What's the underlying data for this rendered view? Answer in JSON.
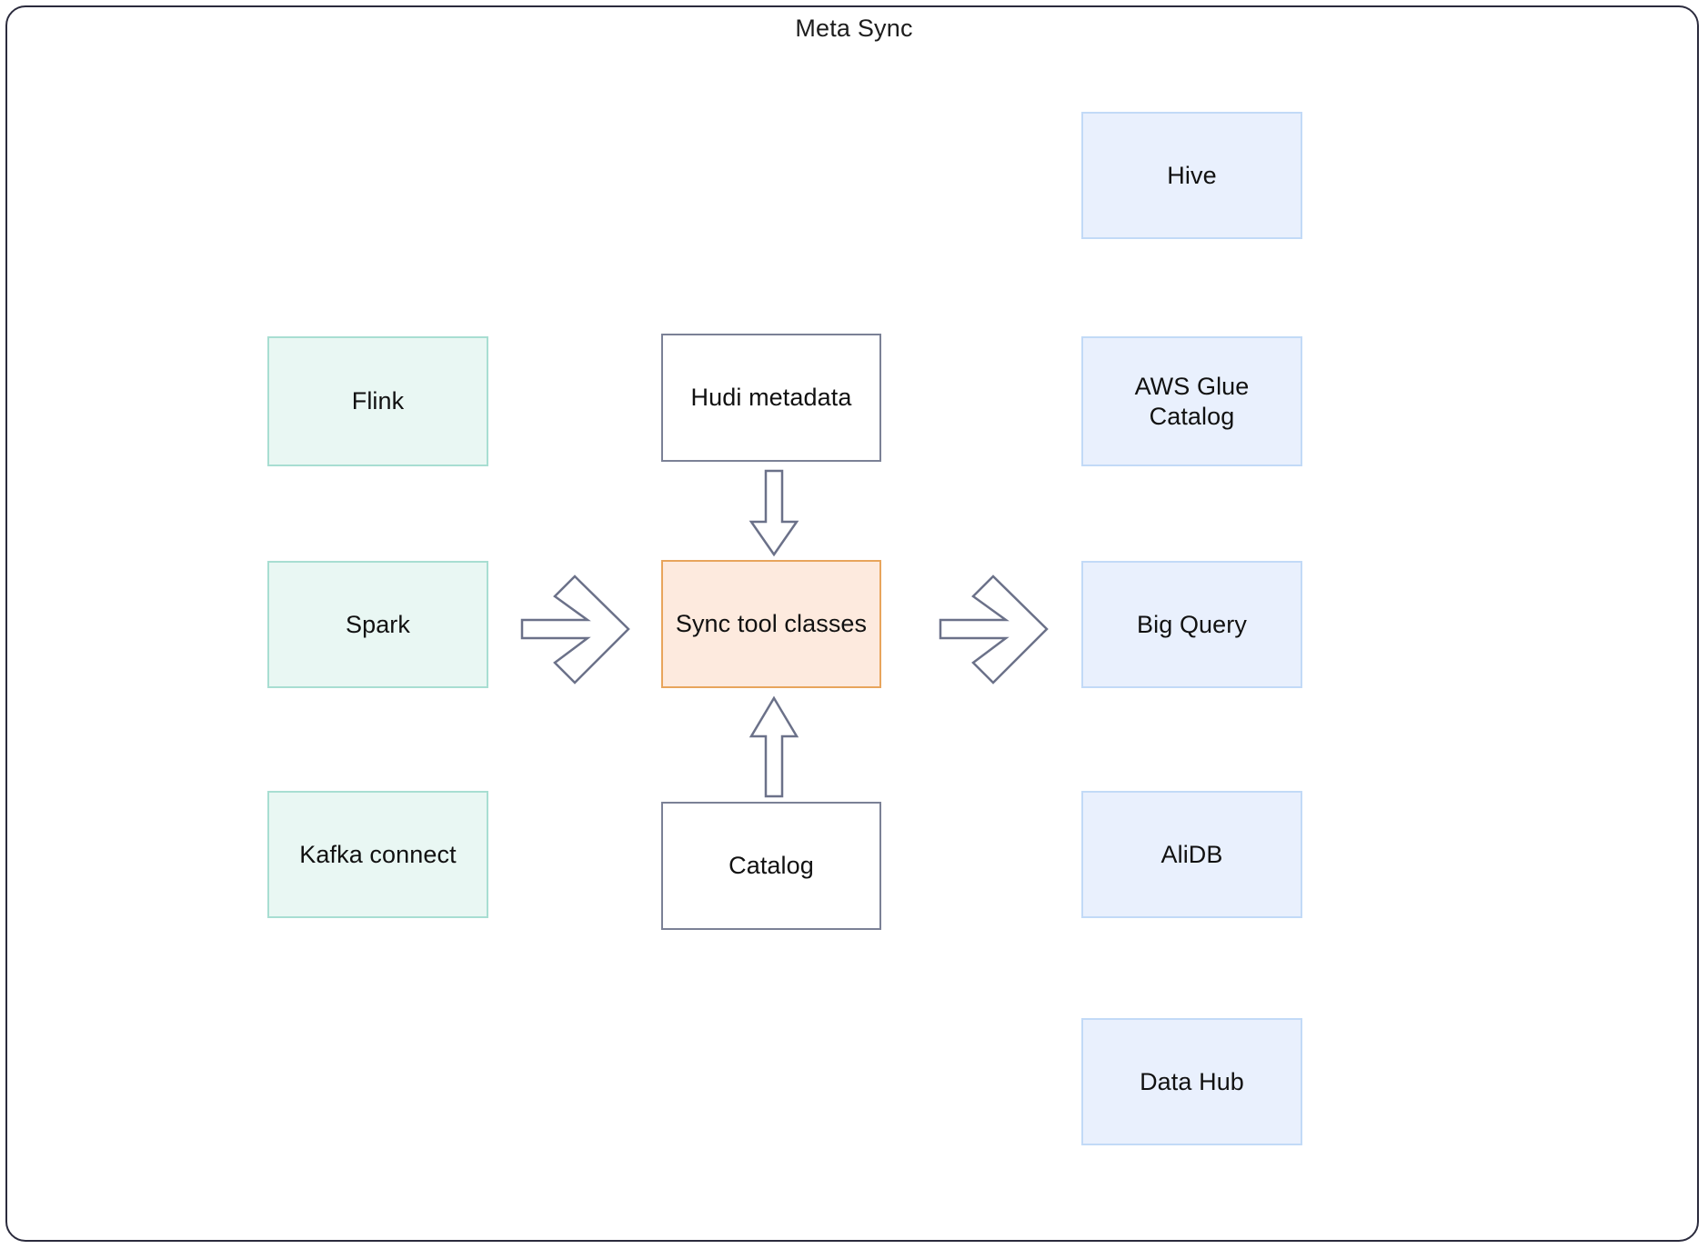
{
  "diagram": {
    "title": "Meta Sync",
    "colors": {
      "frame_border": "#2b2b3d",
      "source_fill": "#e9f7f3",
      "source_border": "#a8ded2",
      "plain_fill": "#ffffff",
      "plain_border": "#7b8196",
      "accent_fill": "#fdeade",
      "accent_border": "#e8a55c",
      "target_fill": "#e9f0fd",
      "target_border": "#c2daf7",
      "arrow_stroke": "#6b7189",
      "text": "#111111"
    },
    "nodes": {
      "flink": {
        "label": "Flink"
      },
      "spark": {
        "label": "Spark"
      },
      "kafka_connect": {
        "label": "Kafka connect"
      },
      "hudi_metadata": {
        "label": "Hudi metadata"
      },
      "sync_tool_classes": {
        "label": "Sync tool classes"
      },
      "catalog": {
        "label": "Catalog"
      },
      "hive": {
        "label": "Hive"
      },
      "aws_glue_catalog": {
        "label": "AWS Glue Catalog"
      },
      "big_query": {
        "label": "Big Query"
      },
      "alidb": {
        "label": "AliDB"
      },
      "data_hub": {
        "label": "Data Hub"
      }
    },
    "arrows": [
      {
        "name": "sources-to-sync-arrow",
        "from": "spark",
        "to": "sync_tool_classes",
        "direction": "right",
        "style": "chevron"
      },
      {
        "name": "sync-to-targets-arrow",
        "from": "sync_tool_classes",
        "to": "big_query",
        "direction": "right",
        "style": "chevron"
      },
      {
        "name": "hudi-metadata-to-sync-arrow",
        "from": "hudi_metadata",
        "to": "sync_tool_classes",
        "direction": "down",
        "style": "block"
      },
      {
        "name": "catalog-to-sync-arrow",
        "from": "catalog",
        "to": "sync_tool_classes",
        "direction": "up",
        "style": "block"
      }
    ]
  }
}
